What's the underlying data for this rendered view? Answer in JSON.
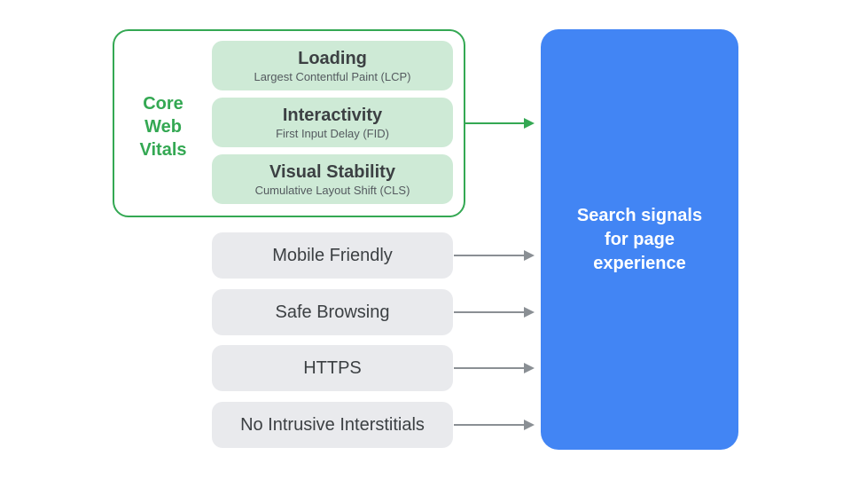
{
  "colors": {
    "green_accent": "#34a853",
    "light_green_fill": "#ceead6",
    "light_gray_fill": "#e9eaed",
    "blue_fill": "#4285f4",
    "title_text": "#3c4043",
    "subtitle_text": "#545a5f",
    "arrow_gray": "#8a8f94",
    "result_text": "#ffffff"
  },
  "core_web_vitals": {
    "label": "Core Web Vitals",
    "items": [
      {
        "title": "Loading",
        "subtitle": "Largest Contentful Paint (LCP)"
      },
      {
        "title": "Interactivity",
        "subtitle": "First Input Delay (FID)"
      },
      {
        "title": "Visual Stability",
        "subtitle": "Cumulative Layout Shift (CLS)"
      }
    ]
  },
  "other_signals": [
    {
      "label": "Mobile Friendly"
    },
    {
      "label": "Safe Browsing"
    },
    {
      "label": "HTTPS"
    },
    {
      "label": "No Intrusive Interstitials"
    }
  ],
  "result_box": {
    "label": "Search signals for page experience"
  }
}
